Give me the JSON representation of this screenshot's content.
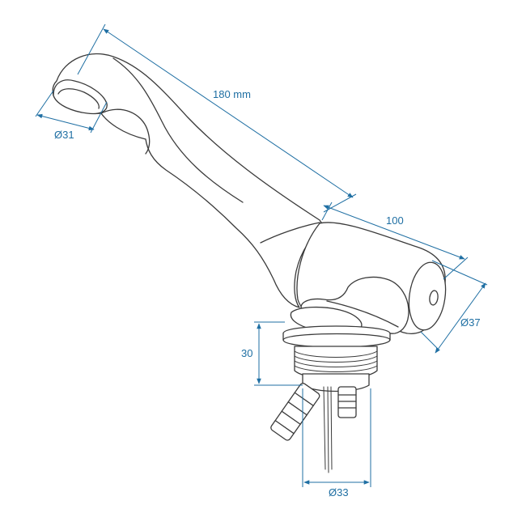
{
  "dimensions": {
    "spout_length": "180 mm",
    "spout_diameter": "Ø31",
    "body_length": "100",
    "body_diameter": "Ø37",
    "thread_height": "30",
    "thread_diameter": "Ø33"
  },
  "colors": {
    "outline": "#3a3a3a",
    "dimension": "#1f6fa3"
  }
}
